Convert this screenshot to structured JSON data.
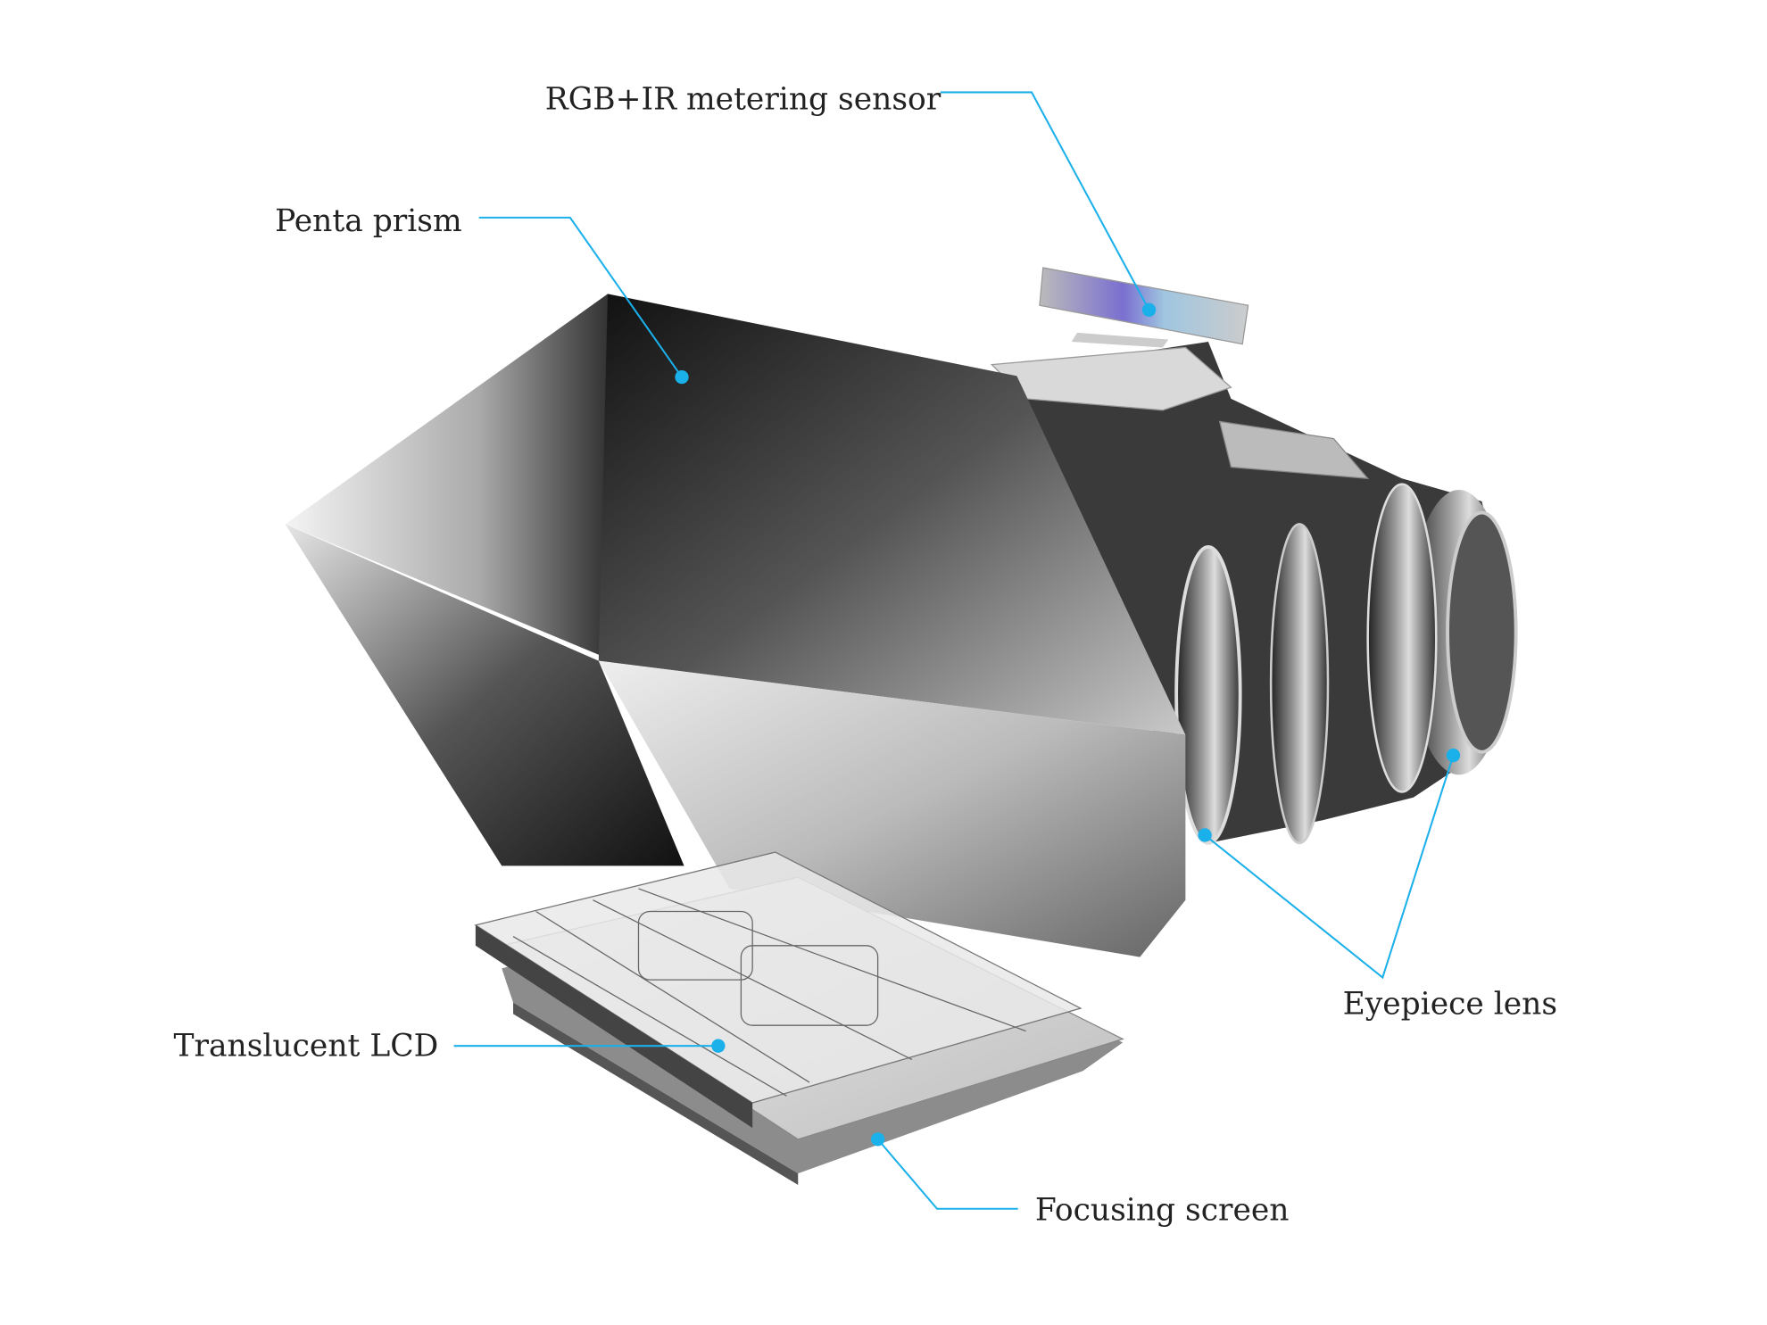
{
  "title": "Viewfinder components diagram",
  "labels": {
    "metering_sensor": "RGB+IR metering sensor",
    "penta_prism": "Penta prism",
    "translucent_lcd": "Translucent LCD",
    "focusing_screen": "Focusing screen",
    "eyepiece_lens": "Eyepiece lens"
  },
  "colors": {
    "leader_line": "#1ab0ea",
    "background": "#ffffff",
    "text": "#222222"
  }
}
